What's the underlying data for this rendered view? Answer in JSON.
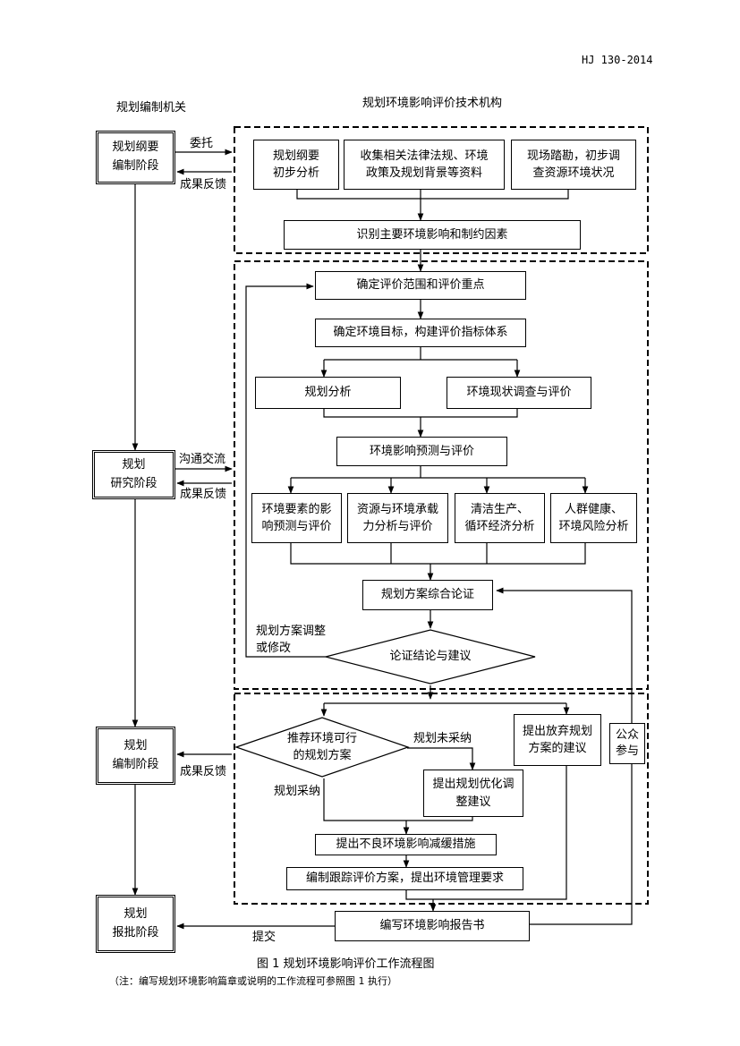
{
  "header": {
    "doc_code": "HJ 130-2014"
  },
  "columns": {
    "left_title": "规划编制机关",
    "right_title": "规划环境影响评价技术机构"
  },
  "left_stages": {
    "outline": "规划纲要\n编制阶段",
    "research": "规划\n研究阶段",
    "compile": "规划\n编制阶段",
    "approval": "规划\n报批阶段"
  },
  "arrow_labels": {
    "entrust": "委托",
    "feedback1": "成果反馈",
    "communicate": "沟通交流",
    "feedback2": "成果反馈",
    "feedback3": "成果反馈",
    "submit": "提交",
    "plan_adjust": "规划方案调整\n或修改",
    "not_adopted": "规划未采纳",
    "adopted": "规划采纳"
  },
  "section1": {
    "outline_analysis": "规划纲要\n初步分析",
    "collect": "收集相关法律法规、环境\n政策及规划背景等资料",
    "survey": "现场踏勘，初步调\n查资源环境状况",
    "identify": "识别主要环境影响和制约因素"
  },
  "section2": {
    "scope": "确定评价范围和评价重点",
    "targets": "确定环境目标，构建评价指标体系",
    "plan_analysis": "规划分析",
    "status": "环境现状调查与评价",
    "predict": "环境影响预测与评价",
    "elements": "环境要素的影\n响预测与评价",
    "resources": "资源与环境承载\n力分析与评价",
    "clean": "清洁生产、\n循环经济分析",
    "health": "人群健康、\n环境风险分析",
    "synthesis": "规划方案综合论证",
    "conclusion": "论证结论与建议"
  },
  "section3": {
    "recommend": "推荐环境可行\n的规划方案",
    "abandon": "提出放弃规划\n方案的建议",
    "optimize": "提出规划优化调\n整建议",
    "mitigation": "提出不良环境影响减缓措施",
    "tracking": "编制跟踪评价方案，提出环境管理要求",
    "public": "公众\n参与"
  },
  "report": "编写环境影响报告书",
  "caption": {
    "title": "图 1   规划环境影响评价工作流程图",
    "note": "（注：编写规划环境影响篇章或说明的工作流程可参照图 1 执行）"
  }
}
